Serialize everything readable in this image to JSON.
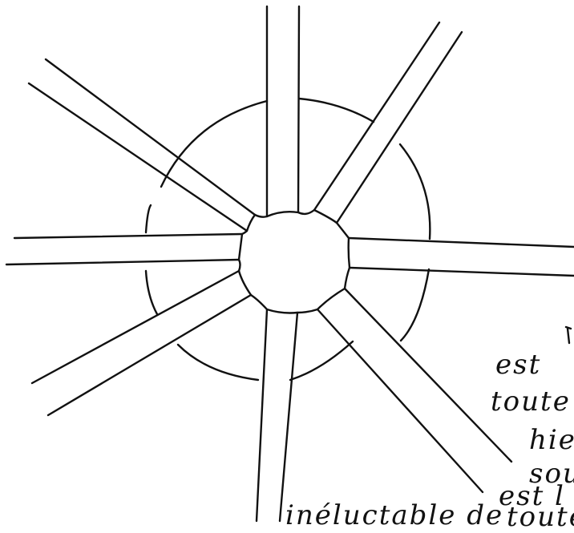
{
  "handwriting": {
    "lines": [
      "est",
      "toute",
      "hie",
      "sou",
      "est l",
      "inéluctable de",
      "toute"
    ]
  }
}
